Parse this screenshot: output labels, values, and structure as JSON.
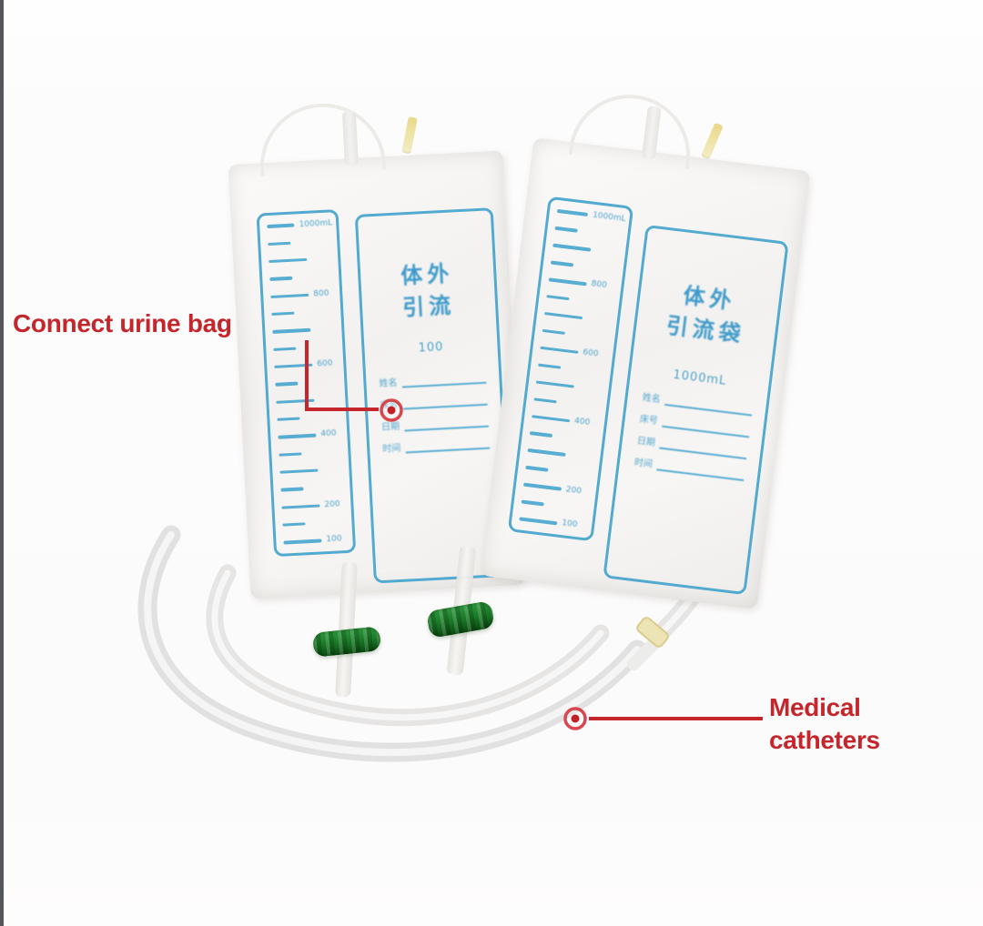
{
  "scene": {
    "background": "#fdfdfd",
    "left_edge_bar_color": "#55565a"
  },
  "colors": {
    "annotation_red": "#c5262c",
    "bag_print_blue": "#3da2cd",
    "connector_green": "#17701f",
    "tube_gray": "#e6e5e4",
    "clip_yellow": "#ead98a"
  },
  "annotations": {
    "connect_urine_bag": {
      "text": "Connect urine bag"
    },
    "medical_catheters": {
      "line1": "Medical",
      "line2": "catheters"
    }
  },
  "bags": [
    {
      "id": "left-urine-bag",
      "title_line1": "体外",
      "title_line2": "引流",
      "volume_text": "100",
      "scale_ticks": [
        {
          "size": "long",
          "label": "1000mL"
        },
        {
          "size": "short",
          "label": ""
        },
        {
          "size": "long",
          "label": ""
        },
        {
          "size": "short",
          "label": ""
        },
        {
          "size": "long",
          "label": "800"
        },
        {
          "size": "short",
          "label": ""
        },
        {
          "size": "long",
          "label": ""
        },
        {
          "size": "short",
          "label": ""
        },
        {
          "size": "long",
          "label": "600"
        },
        {
          "size": "short",
          "label": ""
        },
        {
          "size": "long",
          "label": ""
        },
        {
          "size": "short",
          "label": ""
        },
        {
          "size": "long",
          "label": "400"
        },
        {
          "size": "short",
          "label": ""
        },
        {
          "size": "long",
          "label": ""
        },
        {
          "size": "short",
          "label": ""
        },
        {
          "size": "long",
          "label": "200"
        },
        {
          "size": "short",
          "label": ""
        },
        {
          "size": "long",
          "label": "100"
        }
      ],
      "form_fields": [
        "姓名",
        "床号",
        "日期",
        "时间"
      ]
    },
    {
      "id": "right-urine-bag",
      "title_line1": "体外",
      "title_line2": "引流袋",
      "volume_text": "1000mL",
      "scale_ticks": [
        {
          "size": "long",
          "label": "1000mL"
        },
        {
          "size": "short",
          "label": ""
        },
        {
          "size": "long",
          "label": ""
        },
        {
          "size": "short",
          "label": ""
        },
        {
          "size": "long",
          "label": "800"
        },
        {
          "size": "short",
          "label": ""
        },
        {
          "size": "long",
          "label": ""
        },
        {
          "size": "short",
          "label": ""
        },
        {
          "size": "long",
          "label": "600"
        },
        {
          "size": "short",
          "label": ""
        },
        {
          "size": "long",
          "label": ""
        },
        {
          "size": "short",
          "label": ""
        },
        {
          "size": "long",
          "label": "400"
        },
        {
          "size": "short",
          "label": ""
        },
        {
          "size": "long",
          "label": ""
        },
        {
          "size": "short",
          "label": ""
        },
        {
          "size": "long",
          "label": "200"
        },
        {
          "size": "short",
          "label": ""
        },
        {
          "size": "long",
          "label": "100"
        }
      ],
      "form_fields": [
        "姓名",
        "床号",
        "日期",
        "时间"
      ]
    }
  ]
}
